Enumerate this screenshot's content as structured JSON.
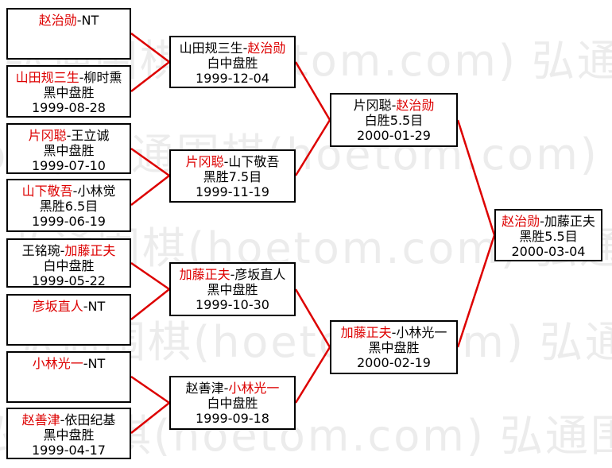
{
  "watermark": {
    "text": "弘通围棋(hoetom.com)"
  },
  "colors": {
    "winner_red": "#dd0000",
    "connector_red": "#dd0000",
    "box_border": "#000000",
    "watermark_gray": "#ececec",
    "background": "#ffffff"
  },
  "separator": "-",
  "round1": [
    {
      "p1": "赵治勋",
      "p1_win": true,
      "p2": "NT",
      "p2_win": false,
      "result": "",
      "date": ""
    },
    {
      "p1": "山田规三生",
      "p1_win": true,
      "p2": "柳时熏",
      "p2_win": false,
      "result": "黑中盘胜",
      "date": "1999-08-28"
    },
    {
      "p1": "片冈聪",
      "p1_win": true,
      "p2": "王立诚",
      "p2_win": false,
      "result": "黑中盘胜",
      "date": "1999-07-10"
    },
    {
      "p1": "山下敬吾",
      "p1_win": true,
      "p2": "小林觉",
      "p2_win": false,
      "result": "黑胜6.5目",
      "date": "1999-06-19"
    },
    {
      "p1": "王铭琬",
      "p1_win": false,
      "p2": "加藤正夫",
      "p2_win": true,
      "result": "白中盘胜",
      "date": "1999-05-22"
    },
    {
      "p1": "彦坂直人",
      "p1_win": true,
      "p2": "NT",
      "p2_win": false,
      "result": "",
      "date": ""
    },
    {
      "p1": "小林光一",
      "p1_win": true,
      "p2": "NT",
      "p2_win": false,
      "result": "",
      "date": ""
    },
    {
      "p1": "赵善津",
      "p1_win": true,
      "p2": "依田纪基",
      "p2_win": false,
      "result": "黑中盘胜",
      "date": "1999-04-17"
    }
  ],
  "round2": [
    {
      "p1": "山田规三生",
      "p1_win": false,
      "p2": "赵治勋",
      "p2_win": true,
      "result": "白中盘胜",
      "date": "1999-12-04"
    },
    {
      "p1": "片冈聪",
      "p1_win": true,
      "p2": "山下敬吾",
      "p2_win": false,
      "result": "黑胜7.5目",
      "date": "1999-11-19"
    },
    {
      "p1": "加藤正夫",
      "p1_win": true,
      "p2": "彦坂直人",
      "p2_win": false,
      "result": "黑中盘胜",
      "date": "1999-10-30"
    },
    {
      "p1": "赵善津",
      "p1_win": false,
      "p2": "小林光一",
      "p2_win": true,
      "result": "白中盘胜",
      "date": "1999-09-18"
    }
  ],
  "semifinals": [
    {
      "p1": "片冈聪",
      "p1_win": false,
      "p2": "赵治勋",
      "p2_win": true,
      "result": "白胜5.5目",
      "date": "2000-01-29"
    },
    {
      "p1": "加藤正夫",
      "p1_win": true,
      "p2": "小林光一",
      "p2_win": false,
      "result": "黑中盘胜",
      "date": "2000-02-19"
    }
  ],
  "final": [
    {
      "p1": "赵治勋",
      "p1_win": true,
      "p2": "加藤正夫",
      "p2_win": false,
      "result": "黑胜5.5目",
      "date": "2000-03-04"
    }
  ]
}
